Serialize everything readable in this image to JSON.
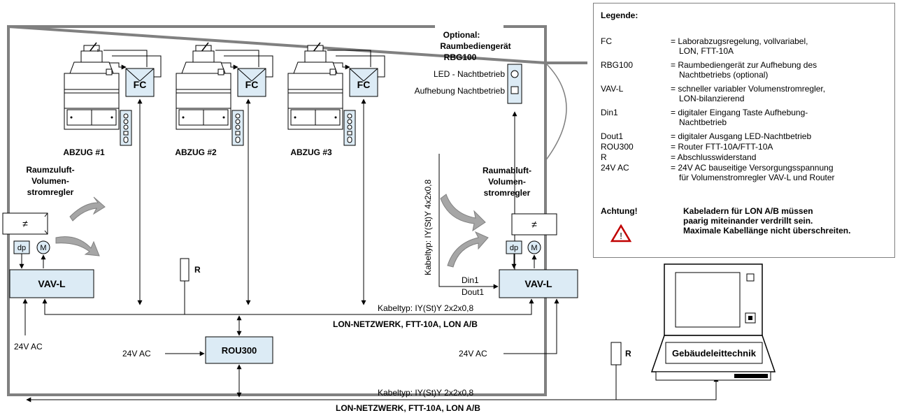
{
  "diagram": {
    "fume_hoods": [
      {
        "label": "ABZUG #1",
        "controller": "FC"
      },
      {
        "label": "ABZUG #2",
        "controller": "FC"
      },
      {
        "label": "ABZUG #3",
        "controller": "FC"
      }
    ],
    "optional_device": {
      "line1": "Optional:",
      "line2": "Raumbediengerät",
      "line3": "RBG100"
    },
    "led_label": "LED - Nachtbetrieb",
    "override_label": "Aufhebung Nachtbetrieb",
    "supply_title": [
      "Raumzuluft-",
      "Volumen-",
      "stromregler"
    ],
    "exhaust_title": [
      "Raumabluft-",
      "Volumen-",
      "stromregler"
    ],
    "dp": "dp",
    "motor": "M",
    "vav": "VAV-L",
    "neq": "≠",
    "resistor": "R",
    "router": "ROU300",
    "supply_24v": "24V AC",
    "cable_vertical": "Kabeltyp: IY(St)Y 4x2x0,8",
    "cable_inner": "Kabeltyp: IY(St)Y 2x2x0,8",
    "lon_inner": "LON-NETZWERK, FTT-10A,   LON A/B",
    "cable_outer": "Kabeltyp: IY(St)Y 2x2x0,8",
    "lon_outer": "LON-NETZWERK, FTT-10A,   LON A/B",
    "din1": "Din1",
    "dout1": "Dout1",
    "bms": "Gebäudeleittechnik"
  },
  "legend": {
    "title": "Legende:",
    "items": [
      {
        "key": "FC",
        "v1": "= Laborabzugsregelung, vollvariabel,",
        "v2": "LON, FTT-10A"
      },
      {
        "key": "RBG100",
        "v1": "= Raumbediengerät zur Aufhebung des",
        "v2": "Nachtbetriebs (optional)"
      },
      {
        "key": "VAV-L",
        "v1": "= schneller variabler Volumenstromregler,",
        "v2": "LON-bilanzierend"
      },
      {
        "key": "Din1",
        "v1": "= digitaler Eingang Taste Aufhebung-",
        "v2": "Nachtbetrieb"
      },
      {
        "key": "Dout1",
        "v1": "= digitaler Ausgang LED-Nachtbetrieb",
        "v2": ""
      },
      {
        "key": "ROU300",
        "v1": "= Router FTT-10A/FTT-10A",
        "v2": ""
      },
      {
        "key": "R",
        "v1": "= Abschlusswiderstand",
        "v2": ""
      },
      {
        "key": "24V AC",
        "v1": "= 24V AC bauseitige Versorgungsspannung",
        "v2": "für Volumenstromregler VAV-L und Router"
      }
    ],
    "warning_key": "Achtung!",
    "warning_lines": [
      "Kabeladern für LON A/B müssen",
      "paarig miteinander verdrillt sein.",
      "Maximale Kabellänge nicht überschreiten."
    ],
    "warning_icon_mark": "!"
  },
  "colors": {
    "device_fill": "#dcebf5",
    "wall": "#808080",
    "arrow_fill": "#a6a6a6",
    "warning_red": "#c00000"
  }
}
